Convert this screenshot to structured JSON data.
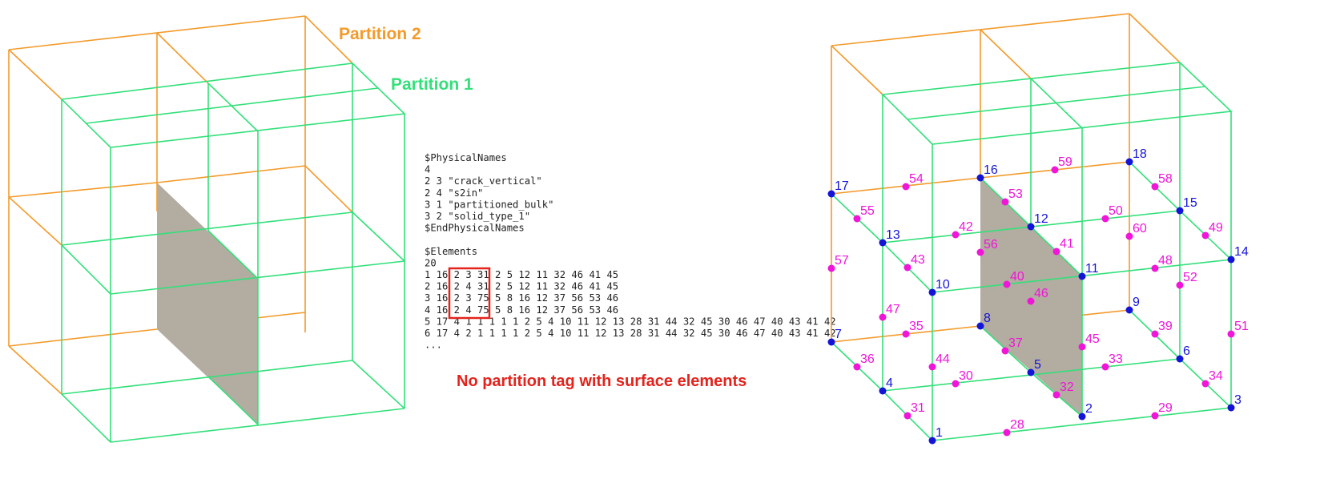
{
  "colors": {
    "partition_1": "#33e07a",
    "partition_2": "#f39a2a",
    "surface": "#b3aca1",
    "corner_node": "#1414d8",
    "edge_node": "#f015d8",
    "highlight": "#e3231c",
    "text": "#222222"
  },
  "labels": {
    "partition_2": "Partition 2",
    "partition_1": "Partition 1",
    "note": "No partition tag with surface elements"
  },
  "msh": {
    "lines": [
      "$PhysicalNames",
      "4",
      "2 3 \"crack_vertical\"",
      "2 4 \"s2in\"",
      "3 1 \"partitioned_bulk\"",
      "3 2 \"solid_type_1\"",
      "$EndPhysicalNames",
      "",
      "$Elements",
      "20",
      "1 16 2 3 31 2 5 12 11 32 46 41 45",
      "2 16 2 4 31 2 5 12 11 32 46 41 45",
      "3 16 2 3 75 5 8 16 12 37 56 53 46",
      "4 16 2 4 75 5 8 16 12 37 56 53 46",
      "5 17 4 1 1 1 1 1 2 5 4 10 11 12 13 28 31 44 32 45 30 46 47 40 43 41 42",
      "6 17 4 2 1 1 1 1 2 5 4 10 11 12 13 28 31 44 32 45 30 46 47 40 43 41 42",
      "..."
    ]
  },
  "nodes": {
    "corner": [
      "1",
      "2",
      "3",
      "4",
      "5",
      "6",
      "7",
      "8",
      "9",
      "10",
      "11",
      "12",
      "13",
      "14",
      "15",
      "16",
      "17",
      "18"
    ],
    "edge": [
      "28",
      "29",
      "30",
      "31",
      "32",
      "33",
      "34",
      "35",
      "36",
      "37",
      "39",
      "40",
      "41",
      "42",
      "43",
      "44",
      "45",
      "46",
      "47",
      "48",
      "49",
      "50",
      "51",
      "52",
      "53",
      "54",
      "55",
      "56",
      "57",
      "58",
      "59",
      "60"
    ]
  }
}
